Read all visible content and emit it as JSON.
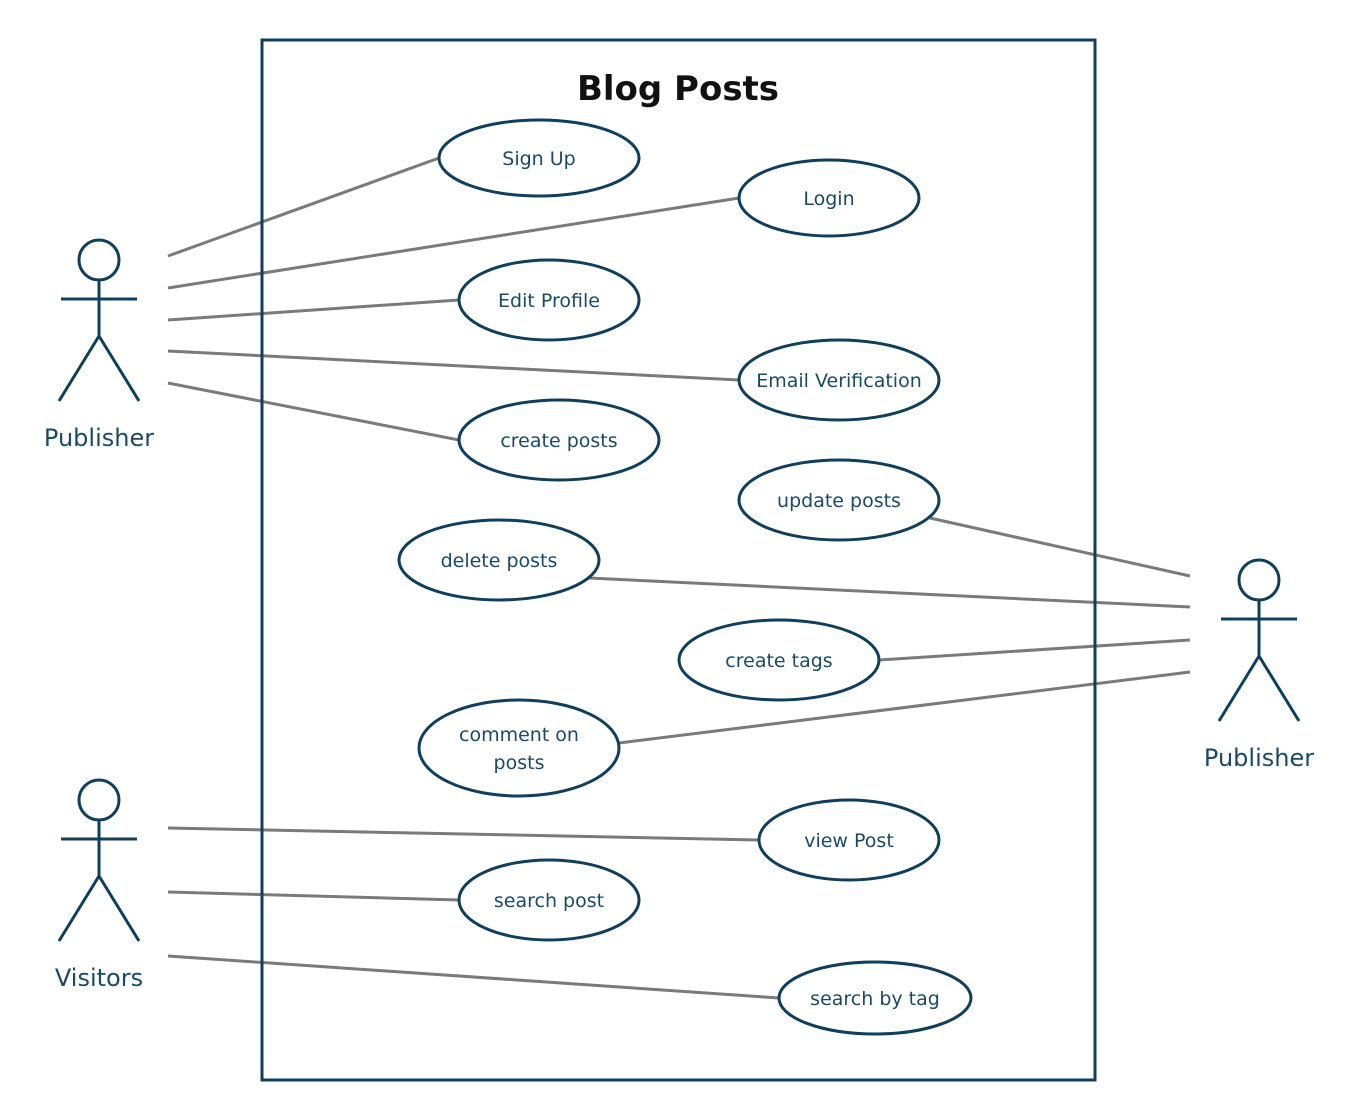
{
  "system": {
    "title": "Blog Posts"
  },
  "actors": [
    {
      "id": "publisher-left",
      "label": "Publisher"
    },
    {
      "id": "publisher-right",
      "label": "Publisher"
    },
    {
      "id": "visitors",
      "label": "Visitors"
    }
  ],
  "use_cases": [
    {
      "id": "sign-up",
      "lines": [
        "Sign Up"
      ]
    },
    {
      "id": "login",
      "lines": [
        "Login"
      ]
    },
    {
      "id": "edit-profile",
      "lines": [
        "Edit Profile"
      ]
    },
    {
      "id": "email-verification",
      "lines": [
        "Email Verification"
      ]
    },
    {
      "id": "create-posts",
      "lines": [
        "create posts"
      ]
    },
    {
      "id": "update-posts",
      "lines": [
        "update posts"
      ]
    },
    {
      "id": "delete-posts",
      "lines": [
        "delete posts"
      ]
    },
    {
      "id": "create-tags",
      "lines": [
        "create tags"
      ]
    },
    {
      "id": "comment-on-posts",
      "lines": [
        "comment on",
        "posts"
      ]
    },
    {
      "id": "view-post",
      "lines": [
        "view Post"
      ]
    },
    {
      "id": "search-post",
      "lines": [
        "search post"
      ]
    },
    {
      "id": "search-by-tag",
      "lines": [
        "search by tag"
      ]
    }
  ],
  "associations": [
    {
      "actor": "publisher-left",
      "use_case": "sign-up"
    },
    {
      "actor": "publisher-left",
      "use_case": "login"
    },
    {
      "actor": "publisher-left",
      "use_case": "edit-profile"
    },
    {
      "actor": "publisher-left",
      "use_case": "email-verification"
    },
    {
      "actor": "publisher-left",
      "use_case": "create-posts"
    },
    {
      "actor": "publisher-right",
      "use_case": "update-posts"
    },
    {
      "actor": "publisher-right",
      "use_case": "delete-posts"
    },
    {
      "actor": "publisher-right",
      "use_case": "create-tags"
    },
    {
      "actor": "publisher-right",
      "use_case": "comment-on-posts"
    },
    {
      "actor": "visitors",
      "use_case": "view-post"
    },
    {
      "actor": "visitors",
      "use_case": "search-post"
    },
    {
      "actor": "visitors",
      "use_case": "search-by-tag"
    }
  ],
  "colors": {
    "primary": "#0f3f5c",
    "line": "#7a7a7a",
    "label": "#1a4a66",
    "title": "#111111"
  }
}
